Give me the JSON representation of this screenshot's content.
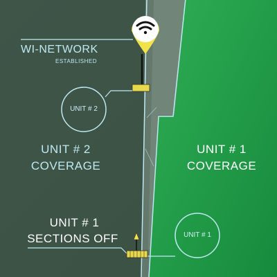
{
  "network": {
    "title": "WI-NETWORK",
    "status": "ESTABLISHED",
    "icon": "wifi-icon"
  },
  "units": {
    "unit2_marker": "UNIT # 2",
    "unit1_marker": "UNIT # 1",
    "unit2_coverage_line1": "UNIT # 2",
    "unit2_coverage_line2": "COVERAGE",
    "unit1_coverage_line1": "UNIT # 1",
    "unit1_coverage_line2": "COVERAGE",
    "sections_line1": "UNIT # 1",
    "sections_line2": "SECTIONS  OFF"
  },
  "colors": {
    "unit2_area": "#40574a",
    "unit1_area": "#1f9a47",
    "path_strip": "#6a7f74",
    "callout_line": "#bfe9f2",
    "pin": "#f1e24a",
    "implement": "#e8d94a"
  }
}
